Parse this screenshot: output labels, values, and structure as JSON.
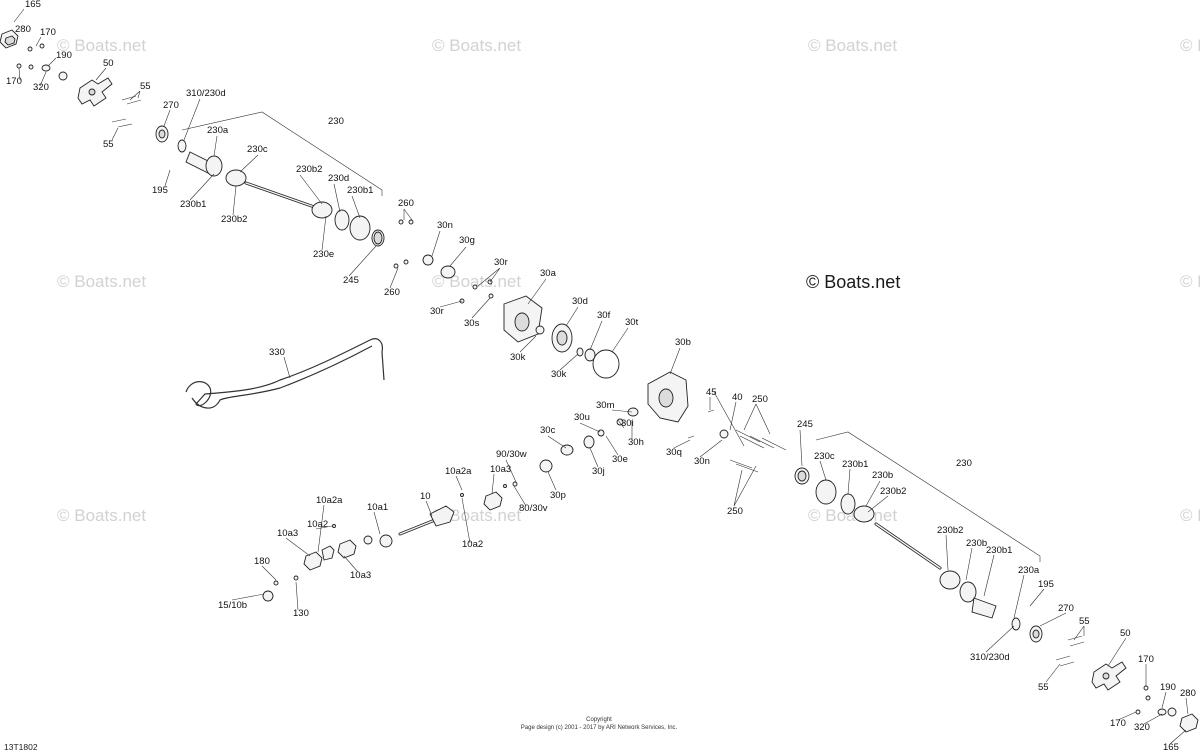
{
  "watermark_small": "© Boats.net",
  "watermark_main": "© Boats.net",
  "footer": {
    "line1": "Copyright",
    "line2": "Page design (c) 2001 - 2017 by ARI Network Services, Inc."
  },
  "diagram_code": "13T1802",
  "labels": {
    "l165a": "165",
    "l280a": "280",
    "l170a": "170",
    "l190a": "190",
    "l170b": "170",
    "l320a": "320",
    "l50a": "50",
    "l55a": "55",
    "l55b": "55",
    "l270a": "270",
    "l310a": "310/230d",
    "l195a": "195",
    "l230a_top": "230",
    "l230a_a": "230a",
    "l230c_a": "230c",
    "l230b2_a": "230b2",
    "l230d_a": "230d",
    "l230b1_a": "230b1",
    "l230b1_b": "230b1",
    "l230b2_b": "230b2",
    "l230e_a": "230e",
    "l245a": "245",
    "l260a": "260",
    "l260b": "260",
    "l30n": "30n",
    "l30g": "30g",
    "l30r1": "30r",
    "l30r2": "30r",
    "l30s": "30s",
    "l30a": "30a",
    "l30d": "30d",
    "l30f": "30f",
    "l30t": "30t",
    "l30k1": "30k",
    "l30k2": "30k",
    "l30b": "30b",
    "l330": "330",
    "l30m": "30m",
    "l30u": "30u",
    "l30c": "30c",
    "l30i": "30i",
    "l30h": "30h",
    "l30e": "30e",
    "l30j": "30j",
    "l30p": "30p",
    "l30q": "30q",
    "l30n2": "30n",
    "l45": "45",
    "l40": "40",
    "l250a": "250",
    "l250b": "250",
    "l245b": "245",
    "l230_right": "230",
    "l230c_b": "230c",
    "l230b1_c": "230b1",
    "l230b_b": "230b",
    "l230b2_c": "230b2",
    "l230b2_d": "230b2",
    "l230b_c": "230b",
    "l230b1_d": "230b1",
    "l230a_b": "230a",
    "l195b": "195",
    "l270b": "270",
    "l310b": "310/230d",
    "l55c": "55",
    "l55d": "55",
    "l50b": "50",
    "l170c": "170",
    "l170d": "170",
    "l190b": "190",
    "l280b": "280",
    "l320b": "320",
    "l165b": "165",
    "l10a2a_1": "10a2a",
    "l10a2a_2": "10a2a",
    "l10a3_1": "10a3",
    "l10a3_2": "10a3",
    "l10a3_3": "10a3",
    "l10a2_1": "10a2",
    "l10a2_2": "10a2",
    "l10a1": "10a1",
    "l10": "10",
    "l90": "90/30w",
    "l80": "80/30v",
    "l180": "180",
    "l15": "15/10b",
    "l130": "130"
  }
}
